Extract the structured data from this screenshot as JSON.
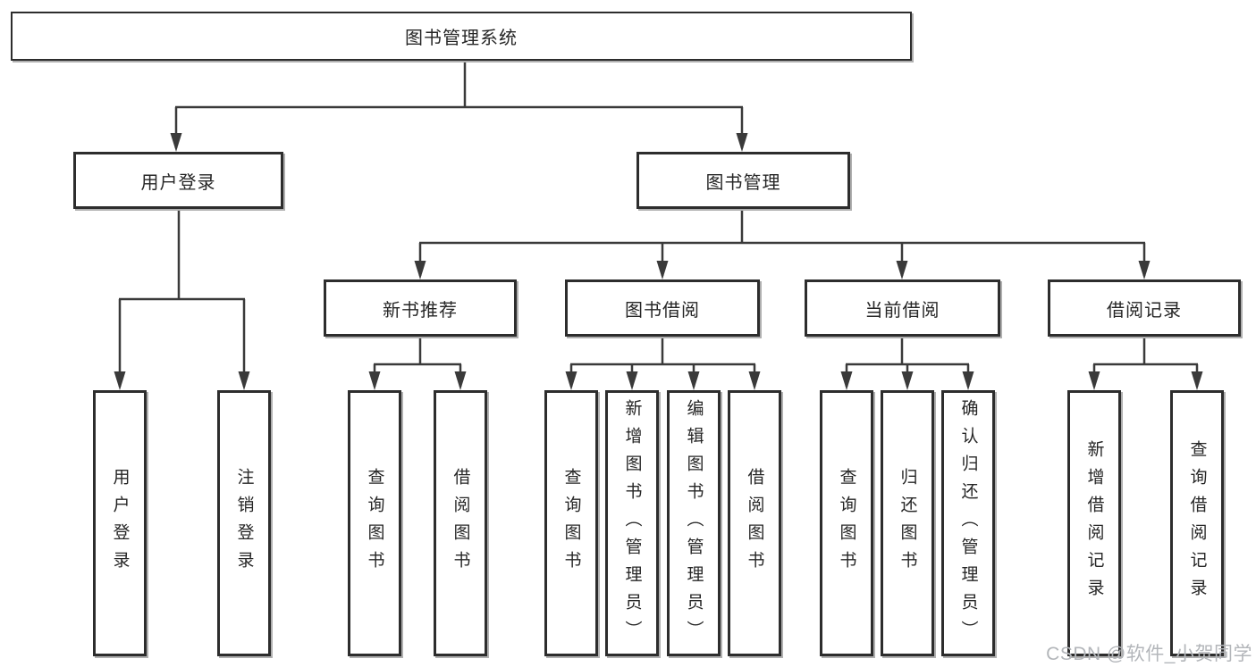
{
  "diagram": {
    "type": "hierarchy-tree",
    "colors": {
      "background": "#ffffff",
      "box_border": "#2d2d2d",
      "box_fill": "#ffffff",
      "line": "#3a3a3a",
      "text": "#262626",
      "watermark": "#b3b6ba"
    },
    "watermark": "CSDN @软件_小贺同学",
    "nodes": {
      "root": {
        "label": "图书管理系统"
      },
      "user_login": {
        "label": "用户登录"
      },
      "book_mgmt": {
        "label": "图书管理"
      },
      "new_book_rec": {
        "label": "新书推荐"
      },
      "book_borrow": {
        "label": "图书借阅"
      },
      "current_borrow": {
        "label": "当前借阅"
      },
      "borrow_records": {
        "label": "借阅记录"
      },
      "leaf_user_login": {
        "label": "用户登录"
      },
      "leaf_logout": {
        "label": "注销登录"
      },
      "leaf_query_book_1": {
        "label": "查询图书"
      },
      "leaf_borrow_book_1": {
        "label": "借阅图书"
      },
      "leaf_query_book_2": {
        "label": "查询图书"
      },
      "leaf_add_book": {
        "label": "新增图书（管理员）"
      },
      "leaf_edit_book": {
        "label": "编辑图书（管理员）"
      },
      "leaf_borrow_book_2": {
        "label": "借阅图书"
      },
      "leaf_query_book_3": {
        "label": "查询图书"
      },
      "leaf_return_book": {
        "label": "归还图书"
      },
      "leaf_confirm_return": {
        "label": "确认归还（管理员）"
      },
      "leaf_add_record": {
        "label": "新增借阅记录"
      },
      "leaf_query_record": {
        "label": "查询借阅记录"
      }
    },
    "edges": [
      "root→user_login",
      "root→book_mgmt",
      "user_login→leaf_user_login",
      "user_login→leaf_logout",
      "book_mgmt→new_book_rec",
      "book_mgmt→book_borrow",
      "book_mgmt→current_borrow",
      "book_mgmt→borrow_records",
      "new_book_rec→leaf_query_book_1",
      "new_book_rec→leaf_borrow_book_1",
      "book_borrow→leaf_query_book_2",
      "book_borrow→leaf_add_book",
      "book_borrow→leaf_edit_book",
      "book_borrow→leaf_borrow_book_2",
      "current_borrow→leaf_query_book_3",
      "current_borrow→leaf_return_book",
      "current_borrow→leaf_confirm_return",
      "borrow_records→leaf_add_record",
      "borrow_records→leaf_query_record"
    ]
  }
}
